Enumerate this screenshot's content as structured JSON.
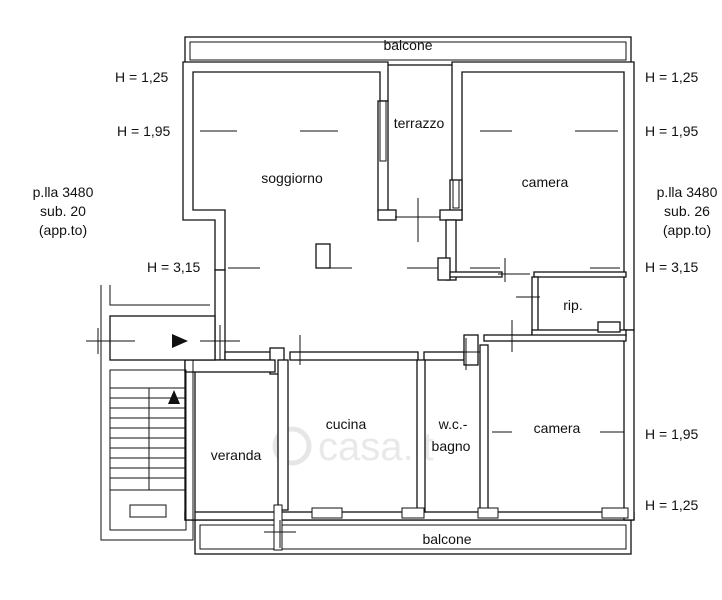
{
  "plan": {
    "rooms": {
      "balcone_top": "balcone",
      "balcone_bottom": "balcone",
      "terrazzo": "terrazzo",
      "soggiorno": "soggiorno",
      "camera_top": "camera",
      "camera_bottom": "camera",
      "rip": "rip.",
      "cucina": "cucina",
      "wc": "w.c.-",
      "bagno": "bagno",
      "veranda": "veranda"
    },
    "heights_left": [
      "H = 1,25",
      "H = 1,95",
      "H = 3,15"
    ],
    "heights_right": [
      "H = 1,25",
      "H = 1,95",
      "H = 3,15",
      "H = 1,95",
      "H = 1,25"
    ],
    "neighbor_left": [
      "p.lla 3480",
      "sub. 20",
      "(app.to)"
    ],
    "neighbor_right": [
      "p.lla 3480",
      "sub. 26",
      "(app.to)"
    ],
    "watermark": "casa.it"
  }
}
